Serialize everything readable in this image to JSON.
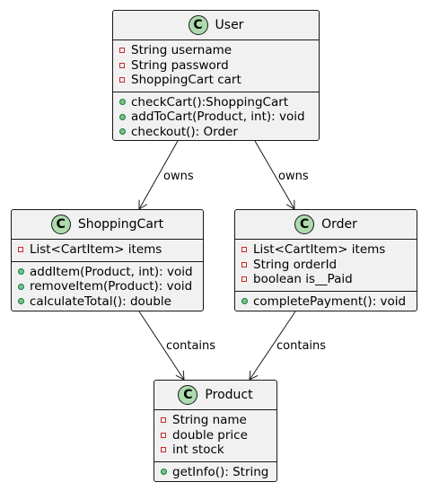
{
  "classes": {
    "user": {
      "name": "User",
      "badge": "C",
      "attributes": [
        "String username",
        "String password",
        "ShoppingCart cart"
      ],
      "methods": [
        "checkCart():ShoppingCart",
        "addToCart(Product, int): void",
        "checkout(): Order"
      ]
    },
    "shoppingcart": {
      "name": "ShoppingCart",
      "badge": "C",
      "attributes": [
        "List<CartItem> items"
      ],
      "methods": [
        "addItem(Product, int): void",
        "removeItem(Product): void",
        "calculateTotal(): double"
      ]
    },
    "order": {
      "name": "Order",
      "badge": "C",
      "attributes": [
        "List<CartItem> items",
        "String orderId",
        "boolean is__Paid"
      ],
      "methods": [
        "completePayment(): void"
      ]
    },
    "product": {
      "name": "Product",
      "badge": "C",
      "attributes": [
        "String name",
        "double price",
        "int stock"
      ],
      "methods": [
        "getInfo(): String"
      ]
    }
  },
  "relations": {
    "user_cart": {
      "label": "owns"
    },
    "user_order": {
      "label": "owns"
    },
    "cart_product": {
      "label": "contains"
    },
    "order_product": {
      "label": "contains"
    }
  },
  "colors": {
    "box_fill": "#f1f1f1",
    "border": "#181818",
    "badge_fill": "#addbad",
    "private_marker": "#c82930",
    "public_marker": "#038048"
  }
}
